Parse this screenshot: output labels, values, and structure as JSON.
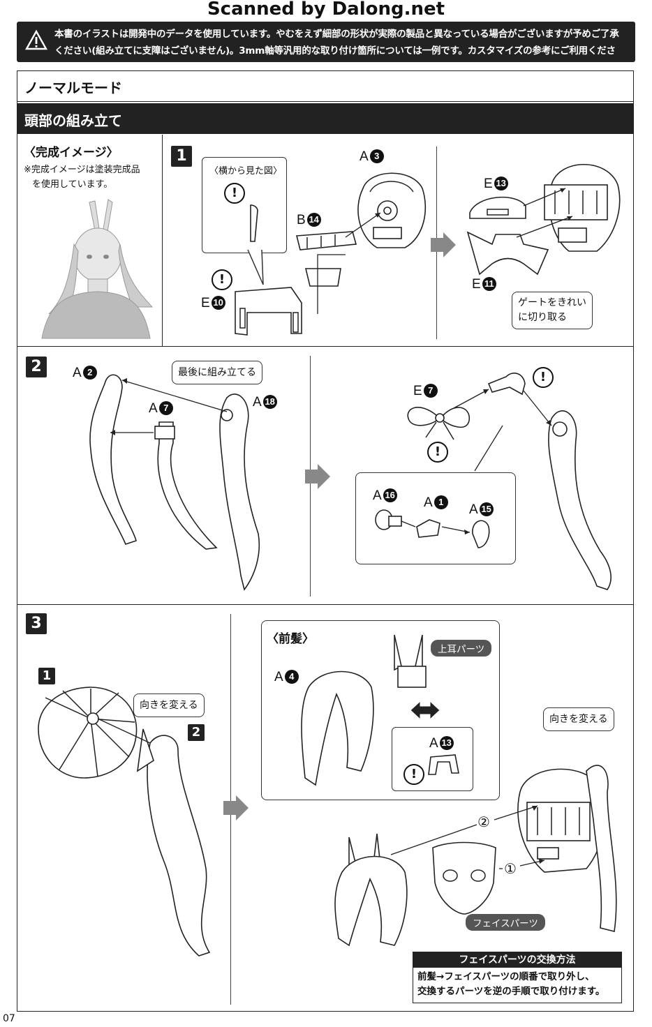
{
  "header": {
    "site": "Scanned by Dalong.net"
  },
  "warning": {
    "line1": "本書のイラストは開発中のデータを使用しています。やむをえず細部の形状が実際の製品と異なっている場合がございますが予めご了承",
    "line2": "ください(組み立てに支障はございません)。3mm軸等汎用的な取り付け箇所については一例です。カスタマイズの参考にご利用ください。"
  },
  "mode_title": "ノーマルモード",
  "section_title": "頭部の組み立て",
  "complete_image": {
    "title": "〈完成イメージ〉",
    "note_line1": "※完成イメージは塗装完成品",
    "note_line2": "を使用しています。"
  },
  "step1": {
    "number": "1",
    "side_view_title": "〈横から見た図〉",
    "parts": {
      "a3": {
        "letter": "A",
        "num": "3"
      },
      "b14": {
        "letter": "B",
        "num": "14"
      },
      "e10": {
        "letter": "E",
        "num": "10"
      },
      "e13": {
        "letter": "E",
        "num": "13"
      },
      "e11": {
        "letter": "E",
        "num": "11"
      }
    },
    "gate_note_line1": "ゲートをきれい",
    "gate_note_line2": "に切り取る"
  },
  "step2": {
    "number": "2",
    "last_assemble": "最後に組み立てる",
    "parts": {
      "a2": {
        "letter": "A",
        "num": "2"
      },
      "a7": {
        "letter": "A",
        "num": "7"
      },
      "a18": {
        "letter": "A",
        "num": "18"
      },
      "e7": {
        "letter": "E",
        "num": "7"
      },
      "a16": {
        "letter": "A",
        "num": "16"
      },
      "a1": {
        "letter": "A",
        "num": "1"
      },
      "a15": {
        "letter": "A",
        "num": "15"
      }
    }
  },
  "step3": {
    "number": "3",
    "ref1": "1",
    "ref2": "2",
    "change_direction": "向きを変える",
    "change_direction_2": "向きを変える",
    "bangs_title": "〈前髪〉",
    "upper_ear_parts": "上耳パーツ",
    "face_parts": "フェイスパーツ",
    "parts": {
      "a4": {
        "letter": "A",
        "num": "4"
      },
      "a13": {
        "letter": "A",
        "num": "13"
      }
    },
    "order1": "①",
    "order2": "②",
    "face_swap_title": "フェイスパーツの交換方法",
    "face_swap_line1": "前髪→フェイスパーツの順番で取り外し、",
    "face_swap_line2": "交換するパーツを逆の手順で取り付けます。"
  },
  "page_number": "07"
}
